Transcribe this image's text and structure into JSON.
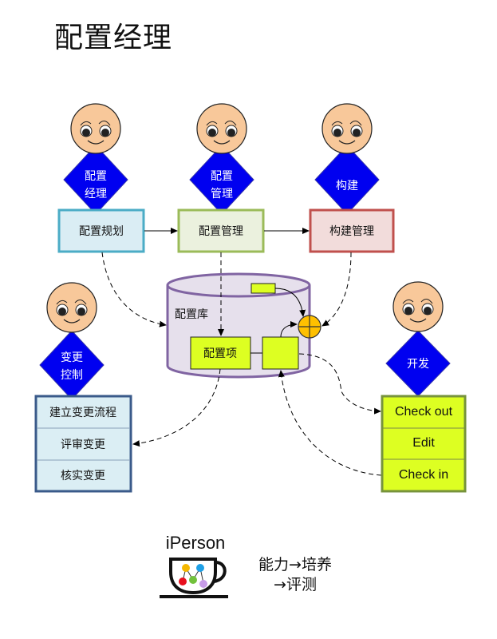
{
  "title": "配置经理",
  "colors": {
    "role_fill": "#0000f0",
    "face_fill": "#f8c89a",
    "lime": "#ddff22",
    "planning_fill": "#daedf4",
    "planning_border": "#4bacc6",
    "mgmt_fill": "#ebf1de",
    "mgmt_border": "#9bbb59",
    "build_fill": "#f2dcdb",
    "build_border": "#c0504d",
    "change_fill": "#dbeef4",
    "change_border": "#3a5a8a",
    "repo_fill": "#e6e0ec",
    "repo_border": "#8064a2",
    "merge_fill": "#ffc000",
    "dev_border": "#77933c"
  },
  "roles": [
    {
      "id": "config-manager",
      "lines": [
        "配置",
        "经理"
      ]
    },
    {
      "id": "config-management",
      "lines": [
        "配置",
        "管理"
      ]
    },
    {
      "id": "build",
      "lines": [
        "构建"
      ]
    },
    {
      "id": "change-control",
      "lines": [
        "变更",
        "控制"
      ]
    },
    {
      "id": "development",
      "lines": [
        "开发"
      ]
    }
  ],
  "boxes": {
    "planning": "配置规划",
    "management": "配置管理",
    "build_management": "构建管理"
  },
  "repository": {
    "label": "配置库",
    "item_label": "配置项"
  },
  "change_steps": [
    "建立变更流程",
    "评审变更",
    "核实变更"
  ],
  "dev_steps": [
    "Check out",
    "Edit",
    "Check in"
  ],
  "logo": {
    "name": "iPerson",
    "slogan_line1": "能力→培养",
    "slogan_line2": "→评测",
    "dot_colors": [
      "#f5b800",
      "#1ea0e6",
      "#e8101e",
      "#72c13c",
      "#c79be8"
    ]
  }
}
